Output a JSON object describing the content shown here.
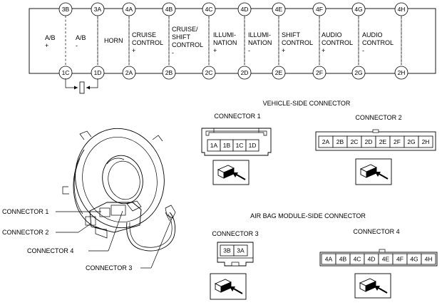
{
  "schematic": {
    "top_terminals": [
      "3B",
      "3A",
      "4A",
      "4B",
      "4C",
      "4D",
      "4E",
      "4F",
      "4G",
      "4H"
    ],
    "bottom_terminals": [
      "1C",
      "1D",
      "2A",
      "2B",
      "2C",
      "2D",
      "2E",
      "2F",
      "2G",
      "2H"
    ],
    "functions": [
      [
        "A/B",
        "+"
      ],
      [
        "A/B",
        "-"
      ],
      [
        "HORN"
      ],
      [
        "CRUISE",
        "CONTROL",
        "+"
      ],
      [
        "CRUISE/",
        "SHIFT",
        "CONTROL",
        "-"
      ],
      [
        "ILLUMI-",
        "NATION",
        "+"
      ],
      [
        "ILLUMI-",
        "NATION",
        "-"
      ],
      [
        "SHIFT",
        "CONTROL",
        "+"
      ],
      [
        "AUDIO",
        "CONTROL",
        "+"
      ],
      [
        "AUDIO",
        "CONTROL",
        "-"
      ]
    ]
  },
  "vehicle_side": {
    "title": "VEHICLE-SIDE CONNECTOR",
    "connector1": {
      "label": "CONNECTOR 1",
      "pins": [
        "1A",
        "1B",
        "1C",
        "1D"
      ]
    },
    "connector2": {
      "label": "CONNECTOR 2",
      "pins": [
        "2A",
        "2B",
        "2C",
        "2D",
        "2E",
        "2F",
        "2G",
        "2H"
      ]
    }
  },
  "airbag_side": {
    "title": "AIR BAG MODULE-SIDE CONNECTOR",
    "connector3": {
      "label": "CONNECTOR 3",
      "pins": [
        "3B",
        "3A"
      ]
    },
    "connector4": {
      "label": "CONNECTOR 4",
      "pins": [
        "4A",
        "4B",
        "4C",
        "4D",
        "4E",
        "4F",
        "4G",
        "4H"
      ]
    }
  },
  "callouts": {
    "connector1": "CONNECTOR 1",
    "connector2": "CONNECTOR 2",
    "connector3": "CONNECTOR 3",
    "connector4": "CONNECTOR 4"
  },
  "icons": [
    "clock-spring-illustration",
    "connector-plug-icon",
    "insert-arrow-icon",
    "short-bar-icon"
  ]
}
